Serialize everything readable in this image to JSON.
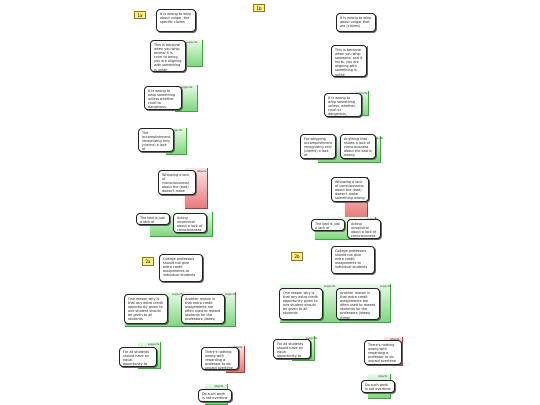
{
  "maps": [
    {
      "label": "1a",
      "nodes": [
        {
          "id": "a1",
          "text": "It is wrong to whip about vulgar, the specific claims"
        },
        {
          "id": "a2",
          "text": "This is because when you whip animal it is cruel to being, you are aligning with something is unfair"
        },
        {
          "id": "a3",
          "text": "It is wrong to whip something unless whether cruel to dangerous, (there), (ideas)"
        },
        {
          "id": "a4",
          "text": "The accomplishment, recognizing only (claims) a lack of (consciousness) nature of, the bad"
        },
        {
          "id": "a5",
          "text": "Whipping a lack of (consciousness) about the (bad) doesn't make something wrong"
        },
        {
          "id": "a6",
          "text": "The bad is just a lack of consciousness"
        },
        {
          "id": "a7",
          "text": "Acting unsensical about a lack of consciousness isn't wrong"
        }
      ],
      "tags": [
        "supports",
        "supports",
        "supports",
        "objects"
      ]
    },
    {
      "label": "1b",
      "nodes": [
        {
          "id": "b1",
          "text": "It is wrong to whip about vulgar that are (claims)"
        },
        {
          "id": "b2",
          "text": "This is because when you whip someone, and it hurts, you are aligning with something is unfair"
        },
        {
          "id": "b3",
          "text": "It is wrong to whip something unless, whether, cruel or dangerous, (ideas)"
        },
        {
          "id": "b4",
          "text": "For whipping accomplishment recognizing only (claims) a lack of consciousness about the bad"
        },
        {
          "id": "b5",
          "text": "Anything that shows a lack of consciousness about the bad is wrong"
        },
        {
          "id": "b6",
          "text": "Whipping a lack of consciousness about the (bad) doesn't make something wrong"
        },
        {
          "id": "b7",
          "text": "The bad is just a lack of consciousness"
        },
        {
          "id": "b8",
          "text": "Acting unsensical about a lack of consciousness isn't wrong"
        }
      ],
      "tags": [
        "supports",
        "supports",
        "supports",
        "supports",
        "objects"
      ]
    },
    {
      "label": "2a",
      "nodes": [
        {
          "id": "c1",
          "text": "College professors should not give extra credit assignments to individual students"
        },
        {
          "id": "c2",
          "text": "One reason why is that any extra credit opportunity given to one student should be given to all students"
        },
        {
          "id": "c3",
          "text": "Another reason is that extra credit assignments are often used to reward students for the professors (ideas) (time)"
        },
        {
          "id": "c4",
          "text": "For all students should have an equal opportunity to earn a good grade"
        },
        {
          "id": "c5",
          "text": "There's nothing wrong with rewarding a professor to do unpaid overtime work"
        },
        {
          "id": "c6",
          "text": "Do such work is not overtime"
        }
      ],
      "tags": [
        "supports",
        "supports",
        "supports",
        "objects",
        "objects"
      ]
    },
    {
      "label": "2b",
      "nodes": [
        {
          "id": "d1",
          "text": "College professors should not give extra credit assignments to individual students"
        },
        {
          "id": "d2",
          "text": "One reason why is that any extra credit opportunity given to one student should be given to all students"
        },
        {
          "id": "d3",
          "text": "Another reason is that extra credit assignments are often used to reward students for the professors (ideas) (time)"
        },
        {
          "id": "d4",
          "text": "For all students should have an equal opportunity to earn a good grade"
        },
        {
          "id": "d5",
          "text": "There's nothing wrong with rewarding a professor to do unpaid overtime work"
        },
        {
          "id": "d6",
          "text": "Do such work is not overtime"
        }
      ],
      "tags": [
        "supports",
        "supports",
        "supports",
        "objects",
        "objects"
      ]
    }
  ]
}
